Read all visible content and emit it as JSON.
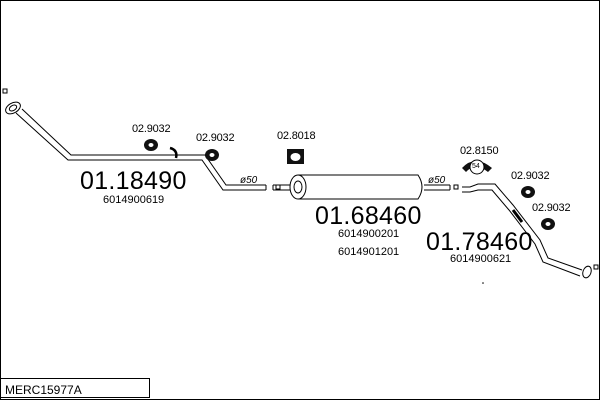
{
  "model_code": "MERC15977A",
  "parts": [
    {
      "id": "front-pipe",
      "number": "01.18490",
      "oe": [
        "6014900619"
      ]
    },
    {
      "id": "middle-silencer",
      "number": "01.68460",
      "oe": [
        "6014900201",
        "6014901201"
      ]
    },
    {
      "id": "rear-pipe",
      "number": "01.78460",
      "oe": [
        "6014900621"
      ]
    }
  ],
  "fittings": {
    "hanger_a1": "02.9032",
    "hanger_a2": "02.9032",
    "bracket_mid": "02.8018",
    "clamp_rear": "02.8150",
    "hanger_b1": "02.9032",
    "hanger_b2": "02.9032"
  },
  "diameters": {
    "front_outlet": "ø50",
    "silencer_outlet": "ø50"
  },
  "clamp_label": "54"
}
